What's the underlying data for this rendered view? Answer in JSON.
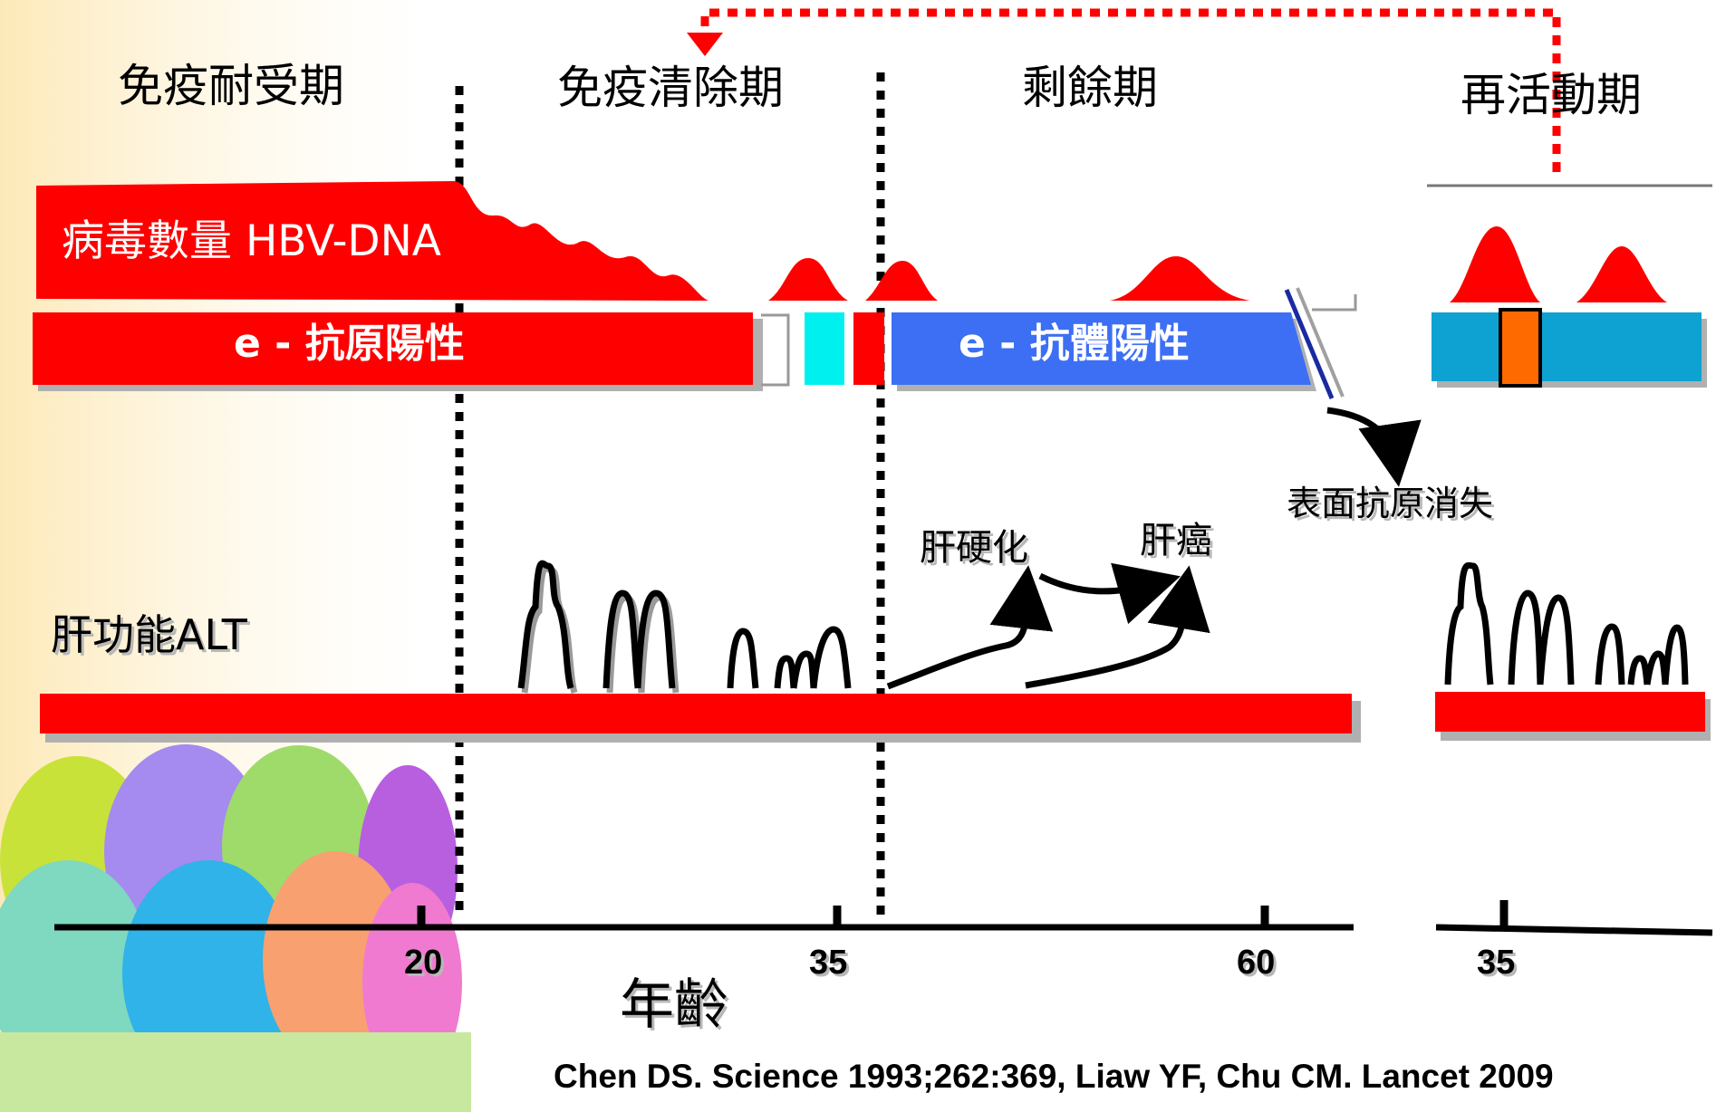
{
  "phases": [
    "免疫耐受期",
    "免疫清除期",
    "剩餘期",
    "再活動期"
  ],
  "viral_load_label": "病毒數量 HBV-DNA",
  "e_antigen_label": "e - 抗原陽性",
  "e_antibody_label": "e - 抗體陽性",
  "surface_antigen_loss_label": "表面抗原消失",
  "cirrhosis_label": "肝硬化",
  "cancer_label": "肝癌",
  "alt_label": "肝功能ALT",
  "age_axis": {
    "title": "年齡",
    "ticks": [
      "20",
      "35",
      "60"
    ],
    "reactivation_tick": "35"
  },
  "citation": "Chen DS. Science 1993;262:369, Liaw YF, Chu CM. Lancet 2009",
  "colors": {
    "red": "#ff0000",
    "blue": "#3d6ff5",
    "cyan": "#00f0f0",
    "teal": "#0ea2d2",
    "orange": "#ff6a00"
  }
}
